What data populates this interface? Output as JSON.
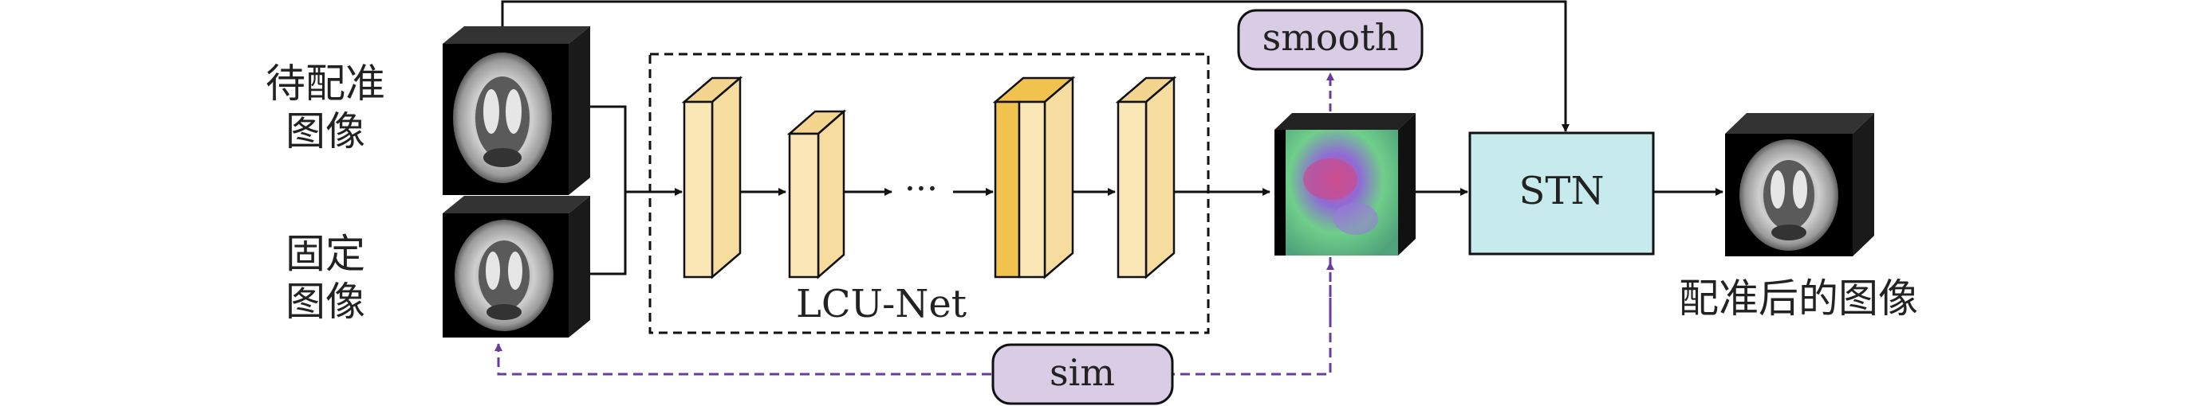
{
  "labels": {
    "moving_line1": "待配准",
    "moving_line2": "图像",
    "fixed_line1": "固定",
    "fixed_line2": "图像",
    "network": "LCU-Net",
    "ellipsis": "···",
    "smooth": "smooth",
    "stn": "STN",
    "sim": "sim",
    "output": "配准后的图像"
  },
  "colors": {
    "layer_light": "#fbe7b6",
    "layer_dark": "#f2c24e",
    "stn_fill": "#c7ebec",
    "loss_fill": "#d9cde6",
    "loss_arrow": "#6a3d99",
    "block_dark": "#111111"
  }
}
